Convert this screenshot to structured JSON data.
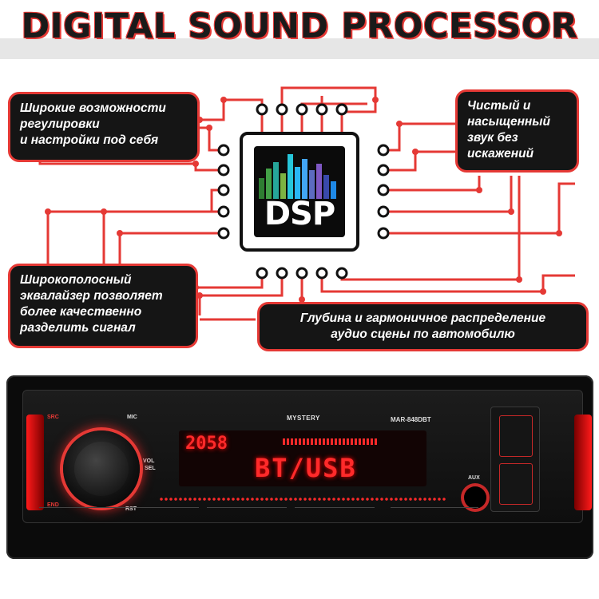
{
  "header": {
    "title": "DIGITAL SOUND PROCESSOR"
  },
  "chip": {
    "label": "DSP"
  },
  "callouts": {
    "top_left": [
      "Широкие возможности",
      "регулировки",
      "и настройки под себя"
    ],
    "top_right": [
      "Чистый и",
      "насыщенный",
      "звук без",
      "искажений"
    ],
    "bottom_left": [
      "Широкополосный",
      "эквалайзер позволяет",
      "более качественно",
      "разделить сигнал"
    ],
    "bottom_right": [
      "Глубина и гармоничное распределение",
      "аудио сцены по автомобилю"
    ]
  },
  "stereo": {
    "brand": "MYSTERY",
    "model": "MAR-848DBT",
    "display_top": "2058",
    "display_main": "BT/USB",
    "labels": {
      "mic": "MIC",
      "vol": "VOL",
      "sel": "SEL",
      "rst": "RST",
      "aux": "AUX",
      "src": "SRC",
      "end": "END"
    }
  },
  "colors": {
    "accent": "#e53935",
    "callout_bg": "#151515",
    "display_red": "#ff2a2a"
  }
}
